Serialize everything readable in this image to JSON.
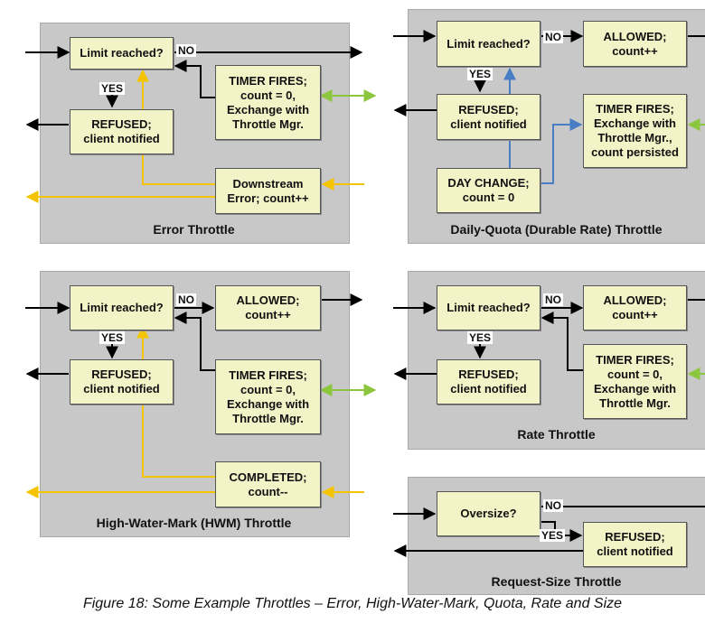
{
  "colors": {
    "panel": "#c8c8c8",
    "box": "#f3f3c8",
    "wire_black": "#000000",
    "wire_yellow": "#f5c400",
    "wire_green": "#8cc63f",
    "wire_blue": "#4a7ec4"
  },
  "error_throttle": {
    "title": "Error Throttle",
    "limit": "Limit reached?",
    "refused": "REFUSED;\nclient notified",
    "timer": "TIMER FIRES;\ncount = 0,\nExchange with\nThrottle Mgr.",
    "downstream": "Downstream\nError; count++",
    "no": "NO",
    "yes": "YES"
  },
  "daily_quota_throttle": {
    "title": "Daily-Quota (Durable Rate) Throttle",
    "limit": "Limit reached?",
    "allowed": "ALLOWED;\ncount++",
    "refused": "REFUSED;\nclient notified",
    "timer": "TIMER FIRES;\nExchange with\nThrottle Mgr.,\ncount persisted",
    "day_change": "DAY CHANGE;\ncount = 0",
    "no": "NO",
    "yes": "YES"
  },
  "hwm_throttle": {
    "title": "High-Water-Mark (HWM) Throttle",
    "limit": "Limit reached?",
    "allowed": "ALLOWED;\ncount++",
    "refused": "REFUSED;\nclient notified",
    "timer": "TIMER FIRES;\ncount = 0,\nExchange with\nThrottle Mgr.",
    "completed": "COMPLETED;\ncount--",
    "no": "NO",
    "yes": "YES"
  },
  "rate_throttle": {
    "title": "Rate Throttle",
    "limit": "Limit reached?",
    "allowed": "ALLOWED;\ncount++",
    "refused": "REFUSED;\nclient notified",
    "timer": "TIMER FIRES;\ncount = 0,\nExchange with\nThrottle Mgr.",
    "no": "NO",
    "yes": "YES"
  },
  "request_size_throttle": {
    "title": "Request-Size Throttle",
    "oversize": "Oversize?",
    "refused": "REFUSED;\nclient notified",
    "no": "NO",
    "yes": "YES"
  },
  "caption": "Figure 18: Some Example Throttles – Error, High-Water-Mark, Quota, Rate and Size"
}
